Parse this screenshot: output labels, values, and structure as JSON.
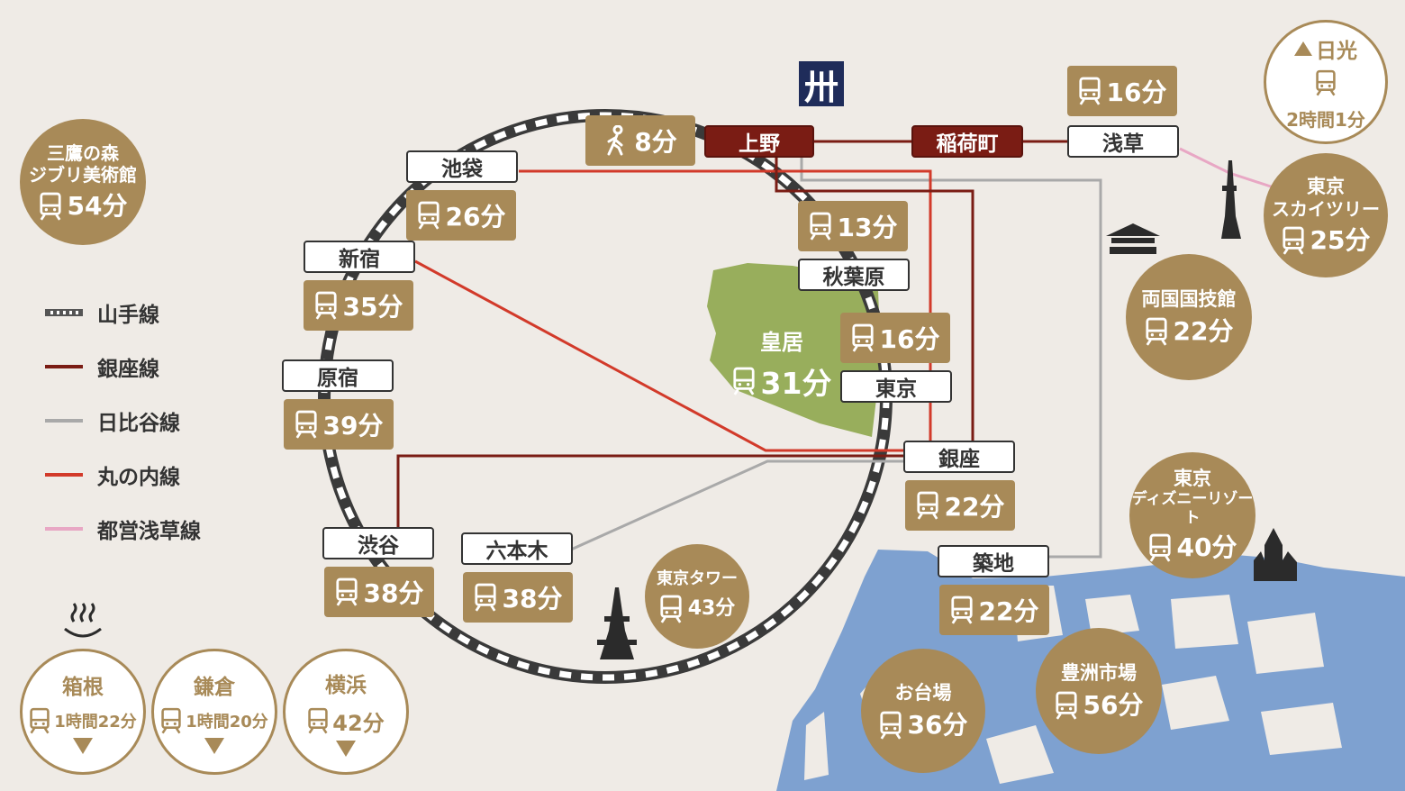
{
  "legend": [
    {
      "label": "山手線",
      "color": "#555555",
      "style": "dashed"
    },
    {
      "label": "銀座線",
      "color": "#7a1c14",
      "style": "solid"
    },
    {
      "label": "日比谷線",
      "color": "#a9a9a9",
      "style": "solid"
    },
    {
      "label": "丸の内線",
      "color": "#d23a2a",
      "style": "solid"
    },
    {
      "label": "都営浅草線",
      "color": "#e8a7c4",
      "style": "solid"
    }
  ],
  "stations": {
    "ueno": "上野",
    "inaricho": "稲荷町",
    "asakusa": "浅草",
    "ikebukuro": "池袋",
    "shinjuku": "新宿",
    "harajuku": "原宿",
    "shibuya": "渋谷",
    "roppongi": "六本木",
    "akihabara": "秋葉原",
    "tokyo": "東京",
    "ginza": "銀座",
    "tsukiji": "築地"
  },
  "times": {
    "walk_ueno": "8分",
    "asakusa": "16分",
    "ikebukuro": "26分",
    "akihabara": "13分",
    "shinjuku": "35分",
    "tokyo": "16分",
    "harajuku": "39分",
    "ginza": "22分",
    "shibuya": "38分",
    "roppongi": "38分",
    "tsukiji": "22分"
  },
  "palace": {
    "name": "皇居",
    "time": "31分"
  },
  "attractions": {
    "ghibli": {
      "name_line1": "三鷹の森",
      "name_line2": "ジブリ美術館",
      "time": "54分"
    },
    "skytree": {
      "name_line1": "東京",
      "name_line2": "スカイツリー",
      "time": "25分"
    },
    "kokugikan": {
      "name": "両国国技館",
      "time": "22分"
    },
    "disney": {
      "name_line1": "東京",
      "name_line2": "ディズニーリゾート",
      "time": "40分"
    },
    "tower": {
      "name": "東京タワー",
      "time": "43分"
    },
    "odaiba": {
      "name": "お台場",
      "time": "36分"
    },
    "toyosu": {
      "name": "豊洲市場",
      "time": "56分"
    }
  },
  "daytrips": {
    "nikko": {
      "name": "日光",
      "time": "2時間1分"
    },
    "hakone": {
      "name": "箱根",
      "time": "1時間22分"
    },
    "kamakura": {
      "name": "鎌倉",
      "time": "1時間20分"
    },
    "yokohama": {
      "name": "横浜",
      "time": "42分"
    }
  },
  "hotel_logo": "卅",
  "colors": {
    "gold": "#a88a58",
    "ground": "#efebe6",
    "water": "#7ea1d0",
    "palace": "#98ae5c",
    "ginza": "#7a1c14",
    "marunouchi": "#d23a2a",
    "hibiya": "#a9a9a9",
    "asakusa_line": "#e8a7c4"
  }
}
